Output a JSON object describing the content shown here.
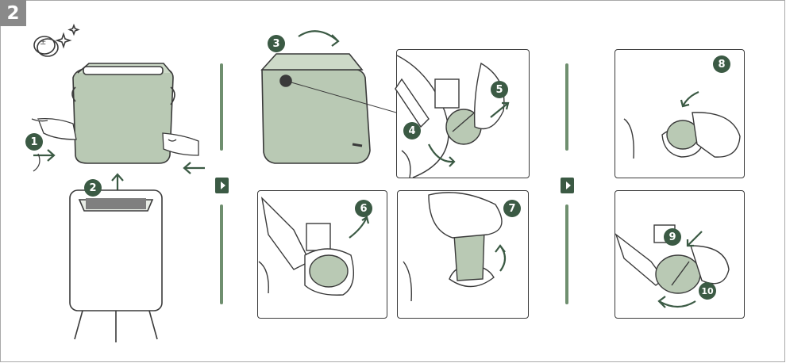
{
  "step_number": "2",
  "badges": [
    "1",
    "2",
    "3",
    "4",
    "5",
    "6",
    "7",
    "8",
    "9",
    "10"
  ],
  "colors": {
    "accent": "#3b5a44",
    "fill": "#b9c9b4",
    "fill_light": "#cddac8",
    "line": "#3a3a3a",
    "divider": "#6f8f6f",
    "step_box": "#8a8a8a"
  },
  "icons": [
    "battery-sparkle-icon",
    "next-arrow-icon"
  ]
}
